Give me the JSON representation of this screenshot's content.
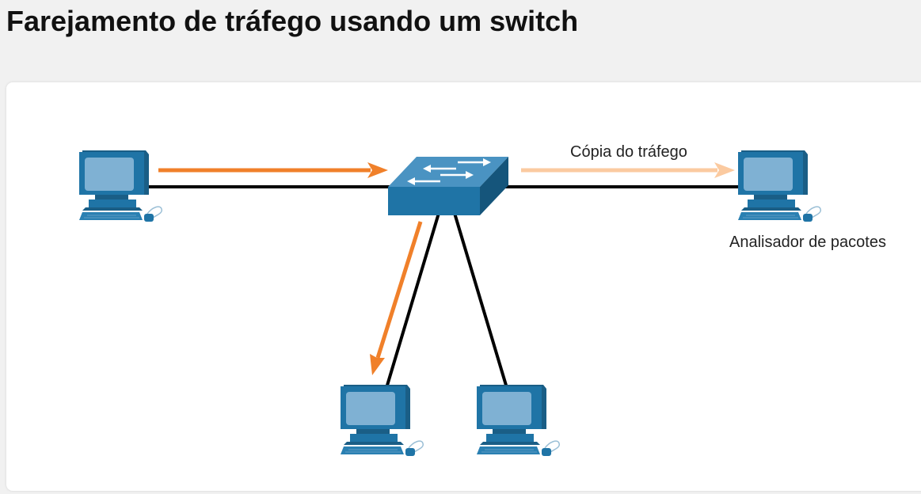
{
  "title": "Farejamento de tráfego usando um switch",
  "labels": {
    "traffic_copy": "Cópia do tráfego",
    "packet_analyzer": "Analisador de pacotes"
  },
  "colors": {
    "page_background": "#f1f1f1",
    "card_background": "#ffffff",
    "device_blue": "#1f74a6",
    "screen_blue": "#7fb1d3",
    "traffic_arrow": "#f0802a",
    "copy_arrow": "#fbcaa0",
    "cable": "#000000"
  },
  "icons": {
    "source_computer": "desktop-computer-icon",
    "switch": "network-switch-icon",
    "analyzer_computer": "desktop-computer-icon",
    "destination_computer": "desktop-computer-icon",
    "other_computer": "desktop-computer-icon"
  }
}
